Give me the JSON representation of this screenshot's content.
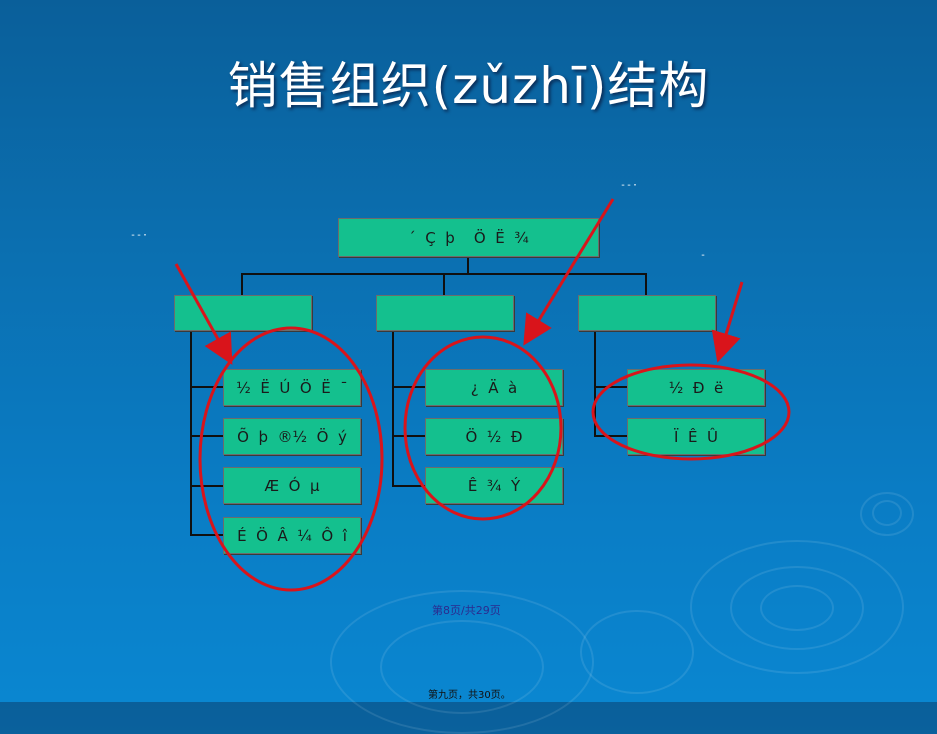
{
  "slide": {
    "title": "销售组织(zǔzhī)结构",
    "page_indicator": "第8页/共29页",
    "footer": "第九页，共30页。"
  },
  "chart": {
    "root": "´  Ç  þ    Ö  Ë  ¾",
    "level2": [
      {
        "label": "  "
      },
      {
        "label": "  "
      },
      {
        "label": "  "
      }
    ],
    "groups": [
      {
        "items": [
          "½  Ë  Ú  Ö  Ë  ¯",
          "Õ  þ  ®½  Ö  ý",
          "Æ  Ó  µ",
          "É  Ö  Â  ¼  Ô  î"
        ]
      },
      {
        "items": [
          "¿  Ä  à",
          "Ö  ½  Ð",
          "Ê  ¾  Ý"
        ]
      },
      {
        "items": [
          "½  Ð  ë",
          "Ï  Ê  Û"
        ]
      }
    ]
  },
  "markers": [
    "--·",
    "--·",
    "-"
  ],
  "annotation_color": "#d9141b"
}
